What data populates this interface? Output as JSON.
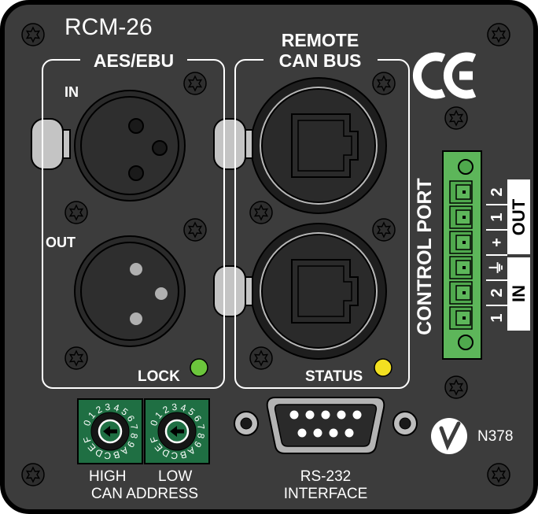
{
  "model": "RCM-26",
  "aes": {
    "title": "AES/EBU",
    "in_label": "IN",
    "out_label": "OUT",
    "lock_label": "LOCK",
    "lock_led": "#6cc63c"
  },
  "remote": {
    "title_line1": "REMOTE",
    "title_line2": "CAN BUS",
    "status_label": "STATUS",
    "status_led": "#f2e021"
  },
  "control": {
    "title": "CONTROL PORT",
    "pins": [
      "2",
      "1",
      "+",
      "⏚",
      "2",
      "1"
    ],
    "out_label": "OUT",
    "in_label": "IN",
    "connector_color": "#5db65a"
  },
  "address": {
    "high_label": "HIGH",
    "low_label": "LOW",
    "caption": "CAN ADDRESS",
    "dial_chars": "0123456789ABCDEF",
    "dial_color": "#1f6f43"
  },
  "serial": {
    "line1": "RS-232",
    "line2": "INTERFACE"
  },
  "marks": {
    "ce": "CE",
    "ctick": "N378"
  },
  "colors": {
    "panel": "#3c3c3c",
    "text": "#ffffff"
  }
}
